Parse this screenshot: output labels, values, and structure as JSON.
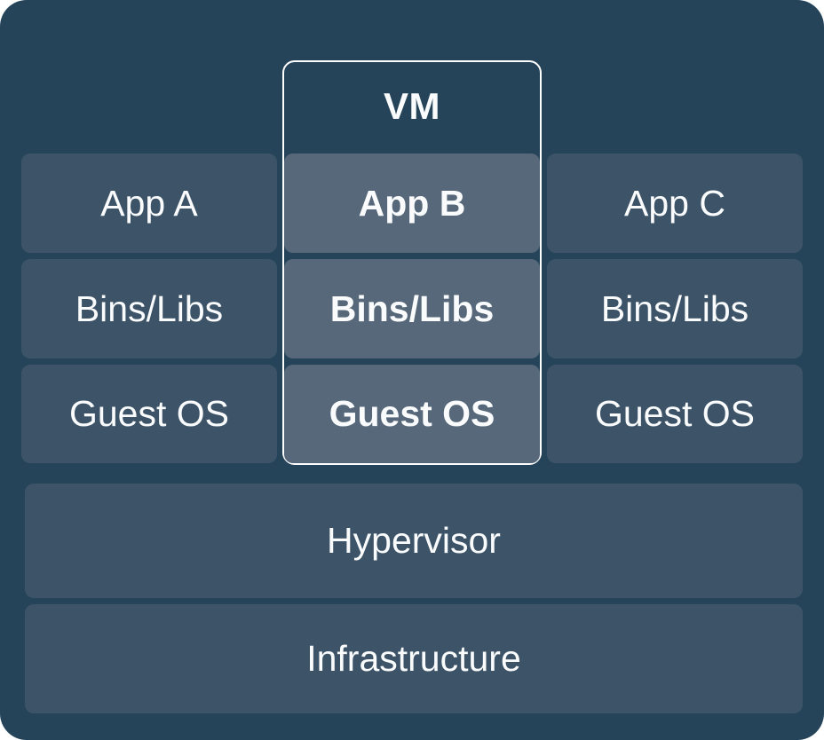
{
  "colors": {
    "page_background": "#ffffff",
    "panel": "#254459",
    "layer_box": "#3d5468",
    "vm_layer_box": "#566879",
    "vm_outline": "#ffffff",
    "text": "#fafbfc"
  },
  "vm": {
    "label": "VM"
  },
  "stacks": [
    {
      "id": "stack-a",
      "highlighted": false,
      "layers": [
        "App A",
        "Bins/Libs",
        "Guest OS"
      ]
    },
    {
      "id": "stack-b",
      "highlighted": true,
      "layers": [
        "App B",
        "Bins/Libs",
        "Guest OS"
      ]
    },
    {
      "id": "stack-c",
      "highlighted": false,
      "layers": [
        "App C",
        "Bins/Libs",
        "Guest OS"
      ]
    }
  ],
  "platform_layers": [
    {
      "label": "Hypervisor"
    },
    {
      "label": "Infrastructure"
    }
  ]
}
